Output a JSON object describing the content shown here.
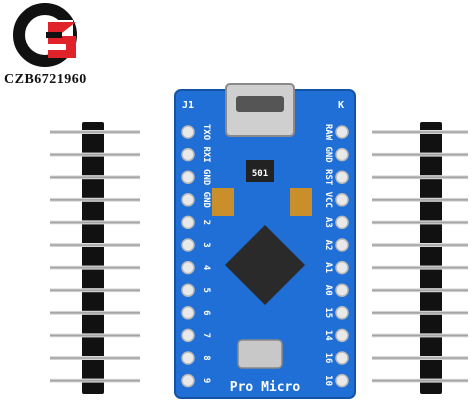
{
  "brand": {
    "text": "CZB6721960",
    "logo_colors": {
      "ring": "#111111",
      "accent": "#e0232a"
    }
  },
  "board": {
    "color": "#1f6fd6",
    "name": "Pro Micro",
    "marks": {
      "j1": "J1",
      "k": "K",
      "chip": "501"
    },
    "left_labels": [
      "TXO",
      "RXI",
      "GND",
      "GND",
      "2",
      "3",
      "4",
      "5",
      "6",
      "7",
      "8",
      "9"
    ],
    "right_labels": [
      "RAW",
      "GND",
      "RST",
      "VCC",
      "A3",
      "A2",
      "A1",
      "A0",
      "15",
      "14",
      "16",
      "10"
    ]
  },
  "headers": {
    "pin_count": 12
  }
}
